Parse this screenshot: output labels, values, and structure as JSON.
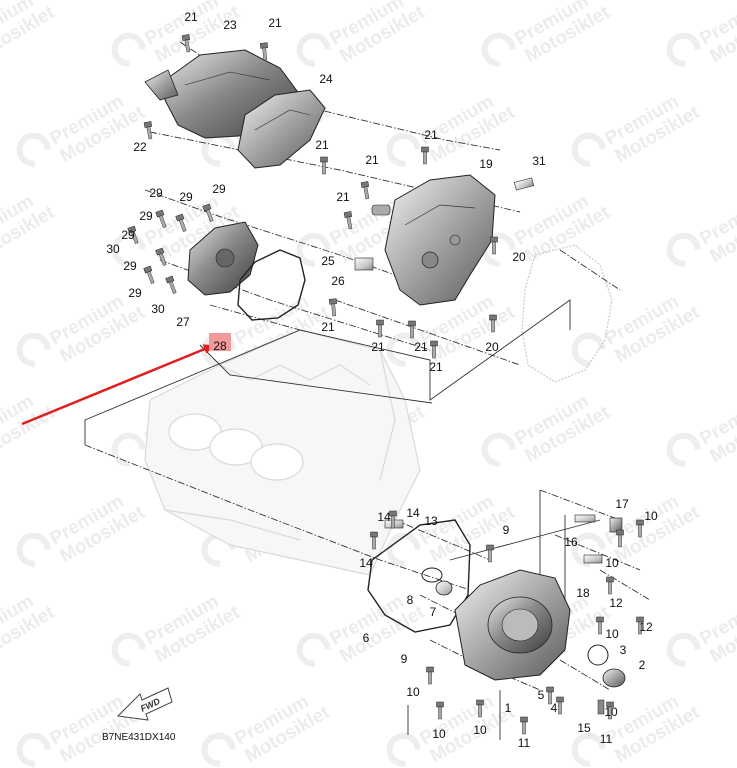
{
  "watermark": {
    "line1": "Premium",
    "line2": "Motosiklet"
  },
  "diagram_code": "B7NE431DX140",
  "fwd_label": "FWD",
  "highlight_color": "#f29a9a",
  "arrow_color": "#e02020",
  "callouts": [
    {
      "id": "21"
    },
    {
      "id": "23"
    },
    {
      "id": "21"
    },
    {
      "id": "24"
    },
    {
      "id": "22"
    },
    {
      "id": "21"
    },
    {
      "id": "21"
    },
    {
      "id": "19"
    },
    {
      "id": "31"
    },
    {
      "id": "21"
    },
    {
      "id": "21"
    },
    {
      "id": "20"
    },
    {
      "id": "25"
    },
    {
      "id": "26"
    },
    {
      "id": "21"
    },
    {
      "id": "21"
    },
    {
      "id": "21"
    },
    {
      "id": "20"
    },
    {
      "id": "21"
    },
    {
      "id": "29"
    },
    {
      "id": "29"
    },
    {
      "id": "29"
    },
    {
      "id": "29"
    },
    {
      "id": "29"
    },
    {
      "id": "30"
    },
    {
      "id": "29"
    },
    {
      "id": "29"
    },
    {
      "id": "30"
    },
    {
      "id": "27"
    },
    {
      "id": "28",
      "highlighted": true
    },
    {
      "id": "14"
    },
    {
      "id": "13"
    },
    {
      "id": "14"
    },
    {
      "id": "9"
    },
    {
      "id": "14"
    },
    {
      "id": "8"
    },
    {
      "id": "7"
    },
    {
      "id": "6"
    },
    {
      "id": "9"
    },
    {
      "id": "10"
    },
    {
      "id": "10"
    },
    {
      "id": "10"
    },
    {
      "id": "17"
    },
    {
      "id": "10"
    },
    {
      "id": "16"
    },
    {
      "id": "10"
    },
    {
      "id": "18"
    },
    {
      "id": "12"
    },
    {
      "id": "10"
    },
    {
      "id": "12"
    },
    {
      "id": "3"
    },
    {
      "id": "2"
    },
    {
      "id": "5"
    },
    {
      "id": "4"
    },
    {
      "id": "1"
    },
    {
      "id": "10"
    },
    {
      "id": "15"
    },
    {
      "id": "11"
    },
    {
      "id": "11"
    }
  ]
}
